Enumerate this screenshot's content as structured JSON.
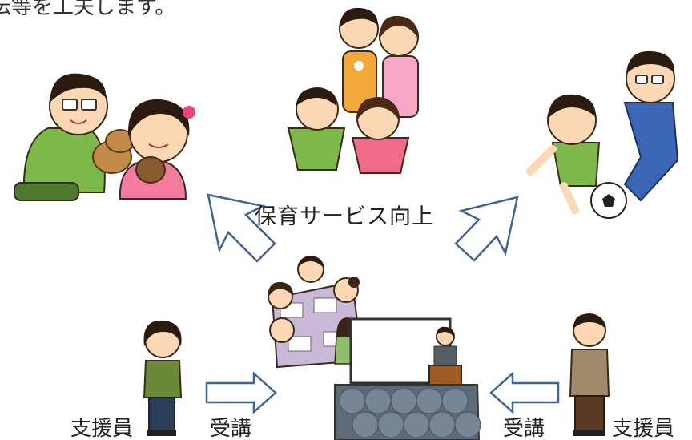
{
  "header": {
    "partial_text": "伝等を工夫します。"
  },
  "center": {
    "label": "保育サービス向上"
  },
  "bottom": {
    "left_staff": "支援員",
    "left_take": "受講",
    "right_take": "受講",
    "right_staff": "支援員"
  },
  "colors": {
    "arrow_stroke": "#3d6596",
    "green_shirt": "#7cb94a",
    "orange_apron": "#f3a93a",
    "pink_apron": "#f6a8c6",
    "blue_shirt": "#3a66b5",
    "skin": "#fcd8b4",
    "hair": "#3a2414",
    "audience": "#5e6b78",
    "board": "#ffffff"
  }
}
